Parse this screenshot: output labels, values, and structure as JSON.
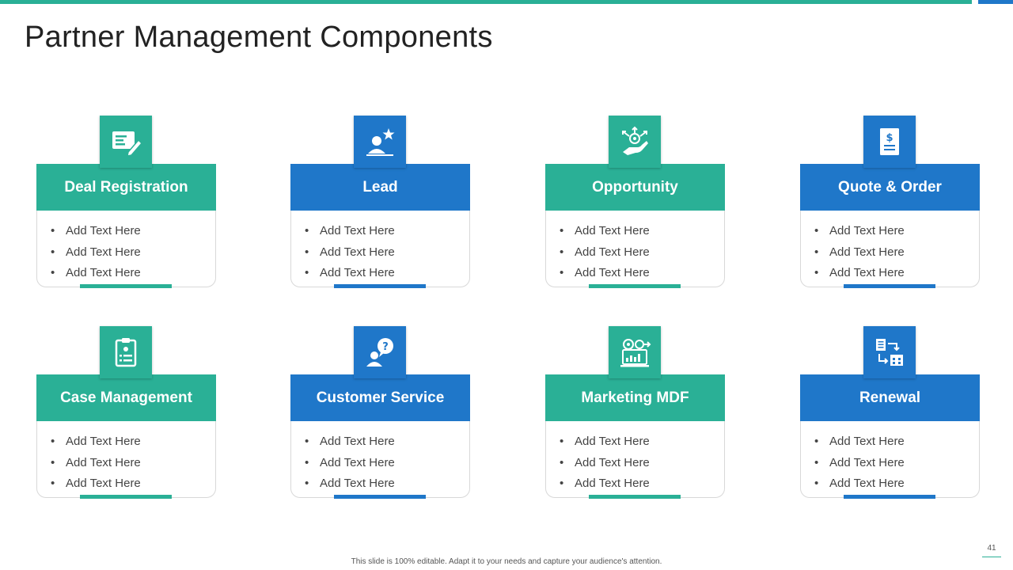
{
  "slide": {
    "title": "Partner Management Components",
    "footer_note": "This slide is 100% editable. Adapt it to your needs and capture your audience's attention.",
    "page_number": "41"
  },
  "colors": {
    "teal": "#2ab096",
    "blue": "#1f77c9"
  },
  "cards": [
    {
      "title": "Deal Registration",
      "icon": "edit-document-icon",
      "color": "teal",
      "items": [
        "Add Text Here",
        "Add Text Here",
        "Add Text Here"
      ]
    },
    {
      "title": "Lead",
      "icon": "person-star-icon",
      "color": "blue",
      "items": [
        "Add Text Here",
        "Add Text Here",
        "Add Text Here"
      ]
    },
    {
      "title": "Opportunity",
      "icon": "hand-growth-icon",
      "color": "teal",
      "items": [
        "Add Text Here",
        "Add Text Here",
        "Add Text Here"
      ]
    },
    {
      "title": "Quote & Order",
      "icon": "invoice-dollar-icon",
      "color": "blue",
      "items": [
        "Add Text Here",
        "Add Text Here",
        "Add Text Here"
      ]
    },
    {
      "title": "Case Management",
      "icon": "clipboard-icon",
      "color": "teal",
      "items": [
        "Add Text Here",
        "Add Text Here",
        "Add Text Here"
      ]
    },
    {
      "title": "Customer Service",
      "icon": "person-question-icon",
      "color": "blue",
      "items": [
        "Add Text Here",
        "Add Text Here",
        "Add Text Here"
      ]
    },
    {
      "title": "Marketing MDF",
      "icon": "marketing-target-icon",
      "color": "teal",
      "items": [
        "Add Text Here",
        "Add Text Here",
        "Add Text Here"
      ]
    },
    {
      "title": "Renewal",
      "icon": "renewal-flow-icon",
      "color": "blue",
      "items": [
        "Add Text Here",
        "Add Text Here",
        "Add Text Here"
      ]
    }
  ]
}
